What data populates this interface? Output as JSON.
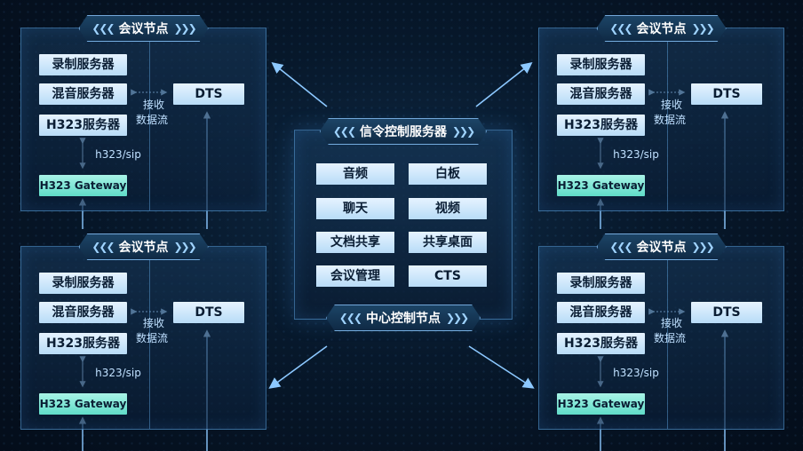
{
  "colors": {
    "accent": "#9fd3ff",
    "button": "#cfe8ff",
    "gateway": "#6ee0cd",
    "background": "#07182b"
  },
  "chevron_left": "❮❮❮",
  "chevron_right": "❯❯❯",
  "node": {
    "title": "会议节点",
    "record": "录制服务器",
    "mixer": "混音服务器",
    "h323": "H323服务器",
    "gateway": "H323 Gateway",
    "dts": "DTS",
    "receive": "接收",
    "dataflow": "数据流",
    "protocol": "h323/sip"
  },
  "center": {
    "title": "信令控制服务器",
    "bottom_title": "中心控制节点",
    "items": [
      "音频",
      "白板",
      "聊天",
      "视频",
      "文档共享",
      "共享桌面",
      "会议管理",
      "CTS"
    ]
  }
}
